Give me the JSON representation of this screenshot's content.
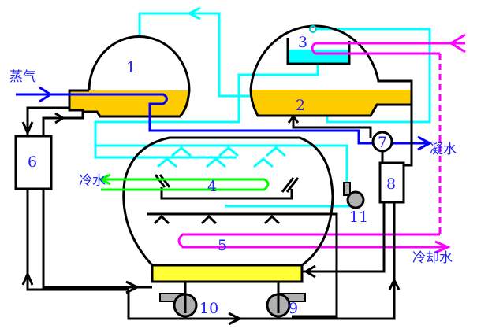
{
  "labels": {
    "steam": "蒸气",
    "condensate": "凝水",
    "cold_water": "冷水",
    "cooling_water": "冷却水"
  },
  "components": {
    "n1": "1",
    "n2": "2",
    "n3": "3",
    "n4": "4",
    "n5": "5",
    "n6": "6",
    "n7": "7",
    "n8": "8",
    "n9": "9",
    "n10": "10",
    "n11": "11"
  },
  "colors": {
    "steam_line": "#0000ff",
    "vapor_line": "#00ffff",
    "cooling_line": "#ff00ff",
    "cold_water_line": "#00ff00",
    "liquor": "#ffcc00",
    "product": "#ffff33",
    "pump": "#b0b0b0"
  }
}
